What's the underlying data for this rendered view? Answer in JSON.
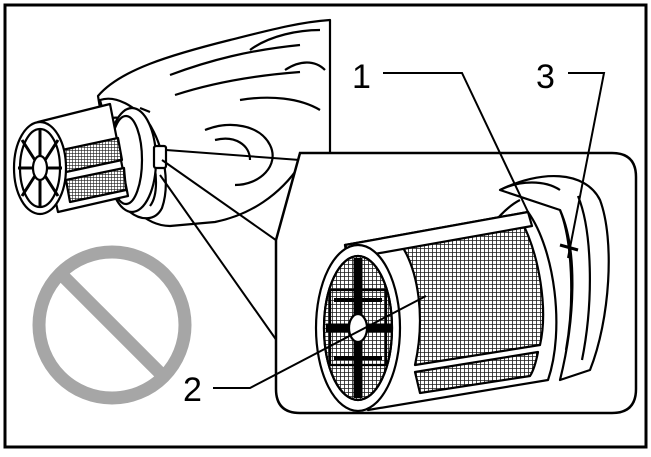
{
  "callouts": {
    "label_1": "1",
    "label_2": "2",
    "label_3": "3"
  },
  "prohibition_sign": {
    "icon": "no-symbol-icon",
    "color": "#a6a6a6"
  },
  "colors": {
    "line": "#000000",
    "background": "#ffffff",
    "mesh": "#333333"
  }
}
